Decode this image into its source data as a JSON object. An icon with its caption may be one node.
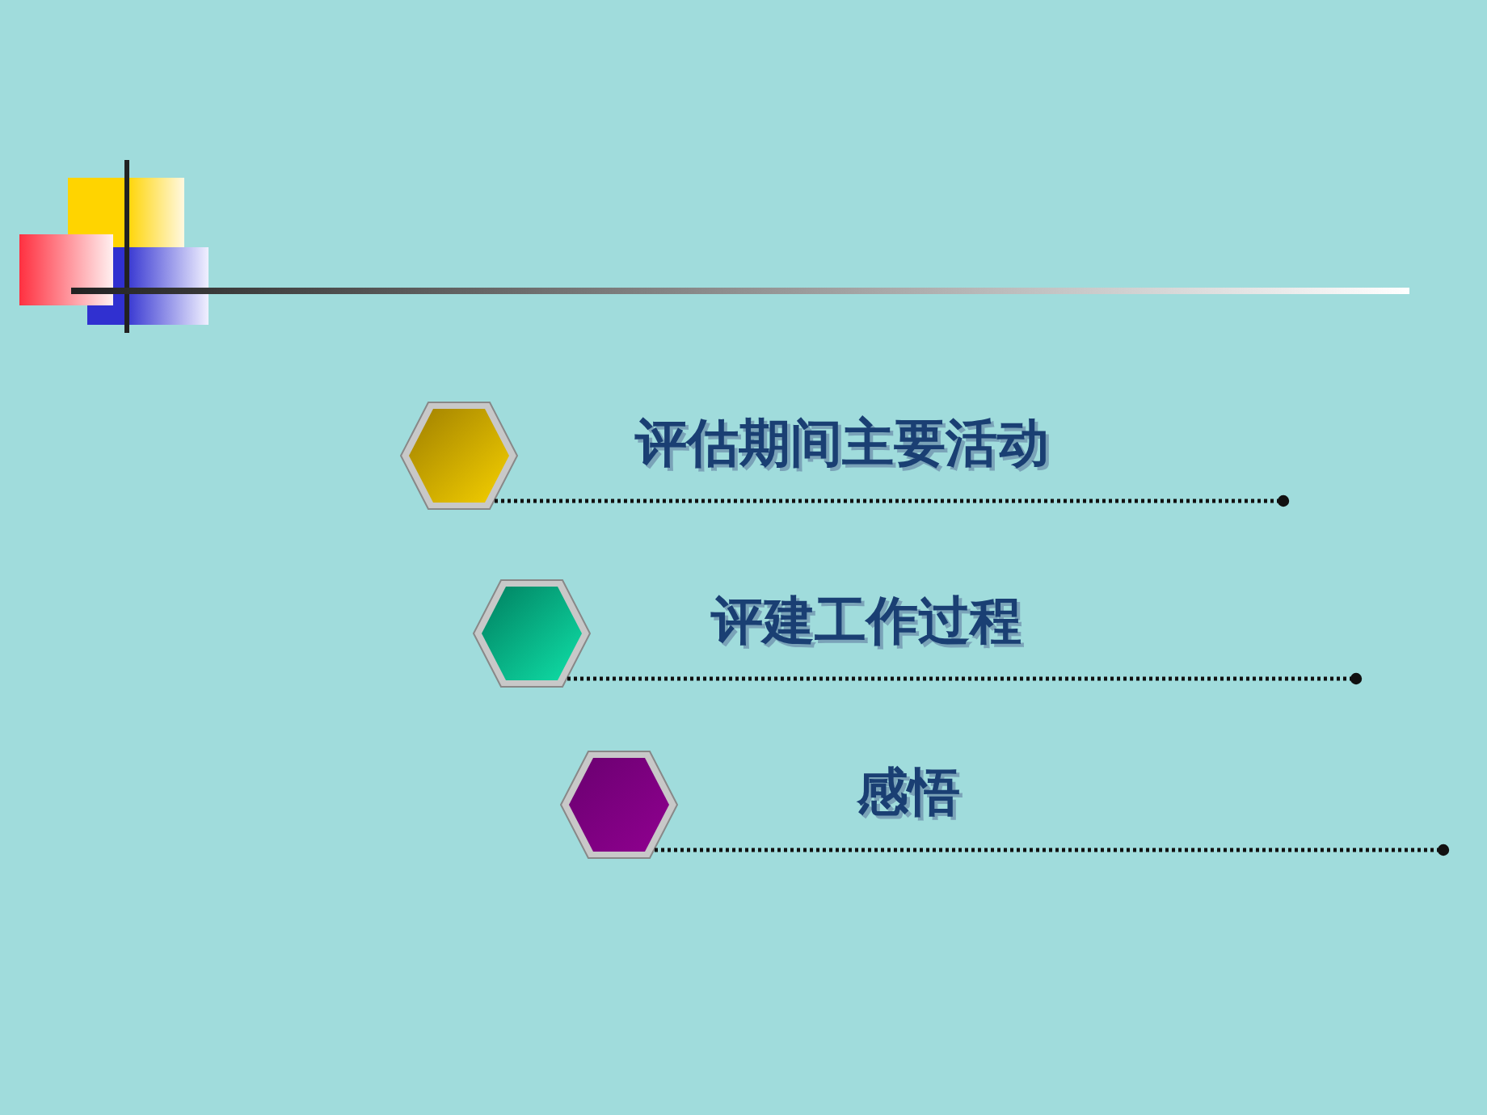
{
  "diagram": {
    "nodes": [
      {
        "text": [
          "评估期间主要活动"
        ]
      },
      {
        "text": [
          "评建工作过程"
        ]
      },
      {
        "text": [
          "感悟"
        ]
      }
    ]
  }
}
